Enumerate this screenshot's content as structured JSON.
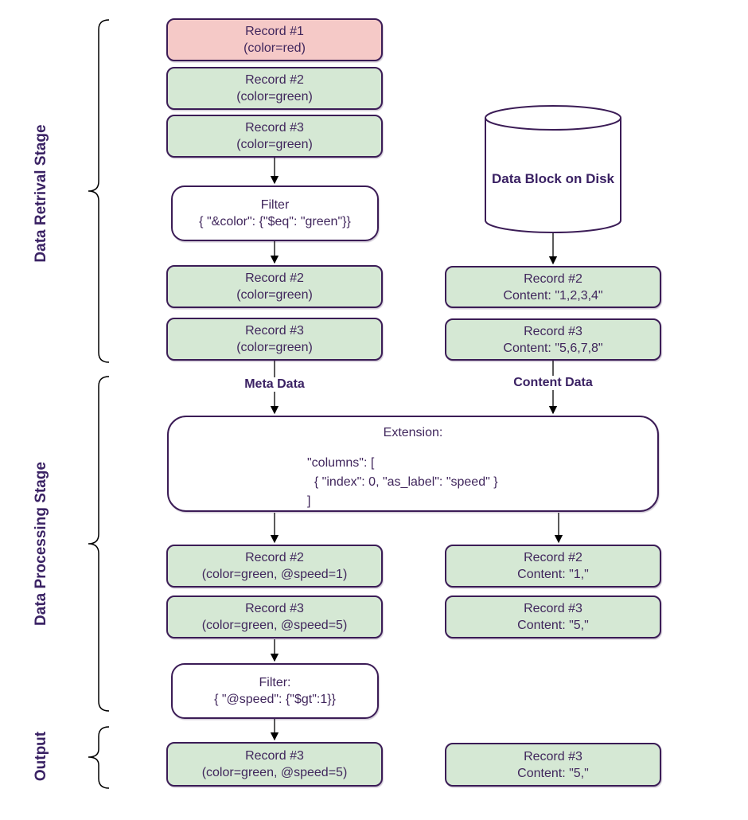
{
  "colors": {
    "red_record_fill": "#f5c9c7",
    "green_record_fill": "#d5e8d4",
    "process_fill": "#ffffff",
    "border": "#3b1c56",
    "box_text": "#40265c",
    "label_text": "#3a2163",
    "connector": "#000000"
  },
  "stage_labels": {
    "retrieval": "Data Retrival Stage",
    "processing": "Data Processing Stage",
    "output": "Output"
  },
  "flow_labels": {
    "meta": "Meta Data",
    "content": "Content Data"
  },
  "disk": {
    "label": "Data Block on Disk"
  },
  "meta_column": {
    "record1": {
      "title": "Record #1",
      "detail": "(color=red)"
    },
    "record2": {
      "title": "Record #2",
      "detail": "(color=green)"
    },
    "record3": {
      "title": "Record #3",
      "detail": "(color=green)"
    },
    "filter1": {
      "title": "Filter",
      "detail": "{ \"&color\": {\"$eq\": \"green\"}}"
    },
    "record2_filtered": {
      "title": "Record #2",
      "detail": "(color=green)"
    },
    "record3_filtered": {
      "title": "Record #3",
      "detail": "(color=green)"
    },
    "record2_extended": {
      "title": "Record #2",
      "detail": "(color=green, @speed=1)"
    },
    "record3_extended": {
      "title": "Record #3",
      "detail": "(color=green, @speed=5)"
    },
    "filter2": {
      "title": "Filter:",
      "detail": "{ \"@speed\": {\"$gt\":1}}"
    },
    "output_record": {
      "title": "Record #3",
      "detail": "(color=green, @speed=5)"
    }
  },
  "content_column": {
    "record2": {
      "title": "Record #2",
      "detail": "Content: \"1,2,3,4\""
    },
    "record3": {
      "title": "Record #3",
      "detail": "Content: \"5,6,7,8\""
    },
    "record2_cut": {
      "title": "Record #2",
      "detail": "Content: \"1,\""
    },
    "record3_cut": {
      "title": "Record #3",
      "detail": "Content: \"5,\""
    },
    "output_record": {
      "title": "Record #3",
      "detail": "Content: \"5,\""
    }
  },
  "extension": {
    "title": "Extension:",
    "code": [
      "\"columns\": [",
      "  { \"index\": 0, \"as_label\": \"speed\" }",
      "]"
    ]
  }
}
